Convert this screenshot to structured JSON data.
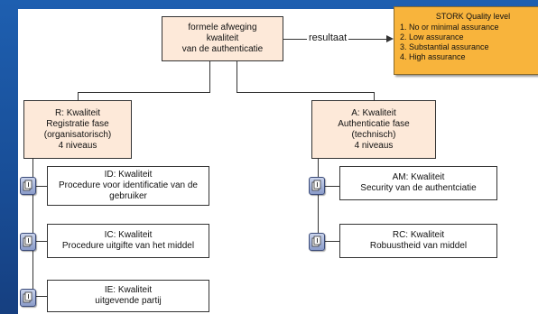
{
  "top": {
    "lines": [
      "formele afweging",
      "kwaliteit",
      "van de authenticatie"
    ]
  },
  "arrow": {
    "label": "resultaat"
  },
  "stork": {
    "title": "STORK Quality level",
    "items": [
      "1. No or minimal assurance",
      "2. Low assurance",
      "3. Substantial assurance",
      "4. High assurance"
    ]
  },
  "r_box": {
    "lines": [
      "R: Kwaliteit",
      "Registratie fase",
      "(organisatorisch)",
      "4 niveaus"
    ]
  },
  "a_box": {
    "lines": [
      "A: Kwaliteit",
      "Authenticatie fase",
      "(technisch)",
      "4 niveaus"
    ]
  },
  "id_box": {
    "lines": [
      "ID: Kwaliteit",
      "Procedure voor identificatie van de",
      "gebruiker"
    ]
  },
  "ic_box": {
    "lines": [
      "IC: Kwaliteit",
      "Procedure uitgifte van het middel"
    ]
  },
  "ie_box": {
    "lines": [
      "IE: Kwaliteit",
      "uitgevende partij"
    ]
  },
  "am_box": {
    "lines": [
      "AM: Kwaliteit",
      "Security van de authentciatie"
    ]
  },
  "rc_box": {
    "lines": [
      "RC: Kwaliteit",
      "Robuustheid van middel"
    ]
  },
  "icons": {
    "name": "document-stack-icon"
  }
}
